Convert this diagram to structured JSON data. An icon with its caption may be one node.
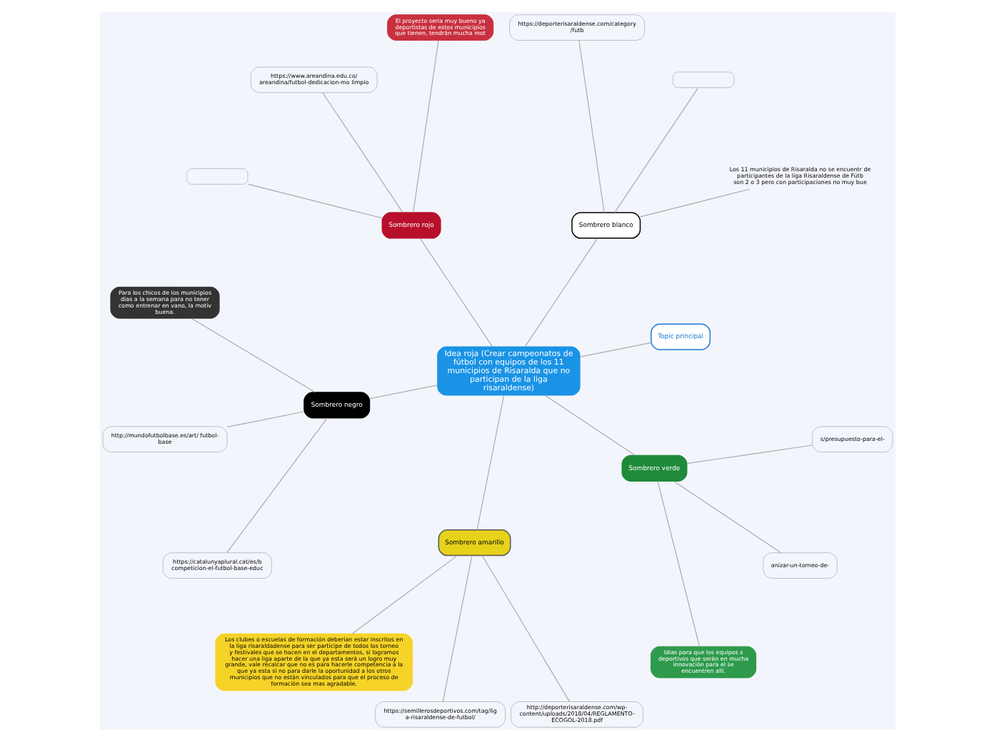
{
  "diagram": {
    "nodes": [
      {
        "text": [
          "Idea roja (Crear campeonatos de fútbol con equipos de los 11 municipios de Risaralda que no participan de la liga risaraldense)"
        ]
      },
      {
        "text": [
          "Topic principal"
        ]
      },
      {
        "text": [
          "Sombrero blanco"
        ]
      },
      {
        "text": [
          "Los 11 municipios de Risaralda no se encuentr de participantes de la liga Risaraldense de Fútb son 2 o 3 pero con participaciones no muy bue"
        ]
      },
      {
        "text": [],
        "shape": "box"
      },
      {
        "text": [
          "https://deporterisaraldense.com/category/futb"
        ]
      },
      {
        "text": [
          "Sombrero rojo"
        ]
      },
      {
        "text": [
          "El proyecto seria muy bueno ya deportistas de estos municipios que tienen, tendrán mucha mot"
        ]
      },
      {
        "text": [
          "https://www.areandina.edu.co/ areandina/futbol-dedicacion-mo limpio"
        ]
      },
      {
        "text": [],
        "shape": "box"
      },
      {
        "text": [
          "Sombrero negro"
        ]
      },
      {
        "text": [
          "Para los chicos de los municipios dias a la semana para no tener como entrenar en vano, la motiv buena."
        ]
      },
      {
        "text": [
          "http://mundofutbolbase.es/art/ futbol-base"
        ]
      },
      {
        "text": [
          "https://catalunyaplural.cat/es/b competicion-el-futbol-base-educ"
        ]
      },
      {
        "text": [
          "Sombrero amarillo"
        ]
      },
      {
        "text": [
          "Los clubes o escuelas de formación deberían estar inscritos en la liga risaraldadense para ser participe de todos los torneo y festivales que se hacen en el departamentos, si logramos hacer una liga aparte de la que ya esta será un logro muy grande, vale recalcar que no es para hacerle competencia a la que ya esta si no para darle la oportunidad a los otros municipios que no están vinculados para que el proceso de formación sea mas agradable."
        ]
      },
      {
        "text": [
          "https://semillerosdeportivos.com/tag/liga-risaraldense-de-futbol/"
        ]
      },
      {
        "text": [
          "http://deporterisaraldense.com/wp-content/uploads/2018/04/REGLAMENTO-ECOGOL-2018.pdf"
        ]
      },
      {
        "text": [
          "Sombrero verde"
        ]
      },
      {
        "text": [
          "ldias para que los equipos s deportivos que serán en mucha innovación para el se encuentren allí."
        ]
      },
      {
        "text": [
          "anizar-un-torneo-de-"
        ]
      },
      {
        "text": [
          "s/presupuesto-para-el-"
        ]
      }
    ],
    "edges": [
      {
        "from": 0,
        "to": 1,
        "arrow": "none"
      },
      {
        "from": 0,
        "to": 2,
        "arrow": "none"
      },
      {
        "from": 2,
        "to": 3,
        "arrow": "none"
      },
      {
        "from": 2,
        "to": 4,
        "arrow": "none"
      },
      {
        "from": 2,
        "to": 5,
        "arrow": "none"
      },
      {
        "from": 0,
        "to": 6,
        "arrow": "none"
      },
      {
        "from": 6,
        "to": 7,
        "arrow": "none"
      },
      {
        "from": 6,
        "to": 8,
        "arrow": "none"
      },
      {
        "from": 6,
        "to": 9,
        "arrow": "none"
      },
      {
        "from": 0,
        "to": 10,
        "arrow": "none"
      },
      {
        "from": 10,
        "to": 11,
        "arrow": "none"
      },
      {
        "from": 10,
        "to": 12,
        "arrow": "none"
      },
      {
        "from": 10,
        "to": 13,
        "arrow": "none"
      },
      {
        "from": 0,
        "to": 14,
        "arrow": "none"
      },
      {
        "from": 14,
        "to": 15,
        "arrow": "none"
      },
      {
        "from": 14,
        "to": 16,
        "arrow": "none"
      },
      {
        "from": 14,
        "to": 17,
        "arrow": "none"
      },
      {
        "from": 0,
        "to": 18,
        "arrow": "none"
      },
      {
        "from": 18,
        "to": 19,
        "arrow": "none"
      },
      {
        "from": 18,
        "to": 20,
        "arrow": "none"
      },
      {
        "from": 18,
        "to": 21,
        "arrow": "none"
      }
    ]
  }
}
